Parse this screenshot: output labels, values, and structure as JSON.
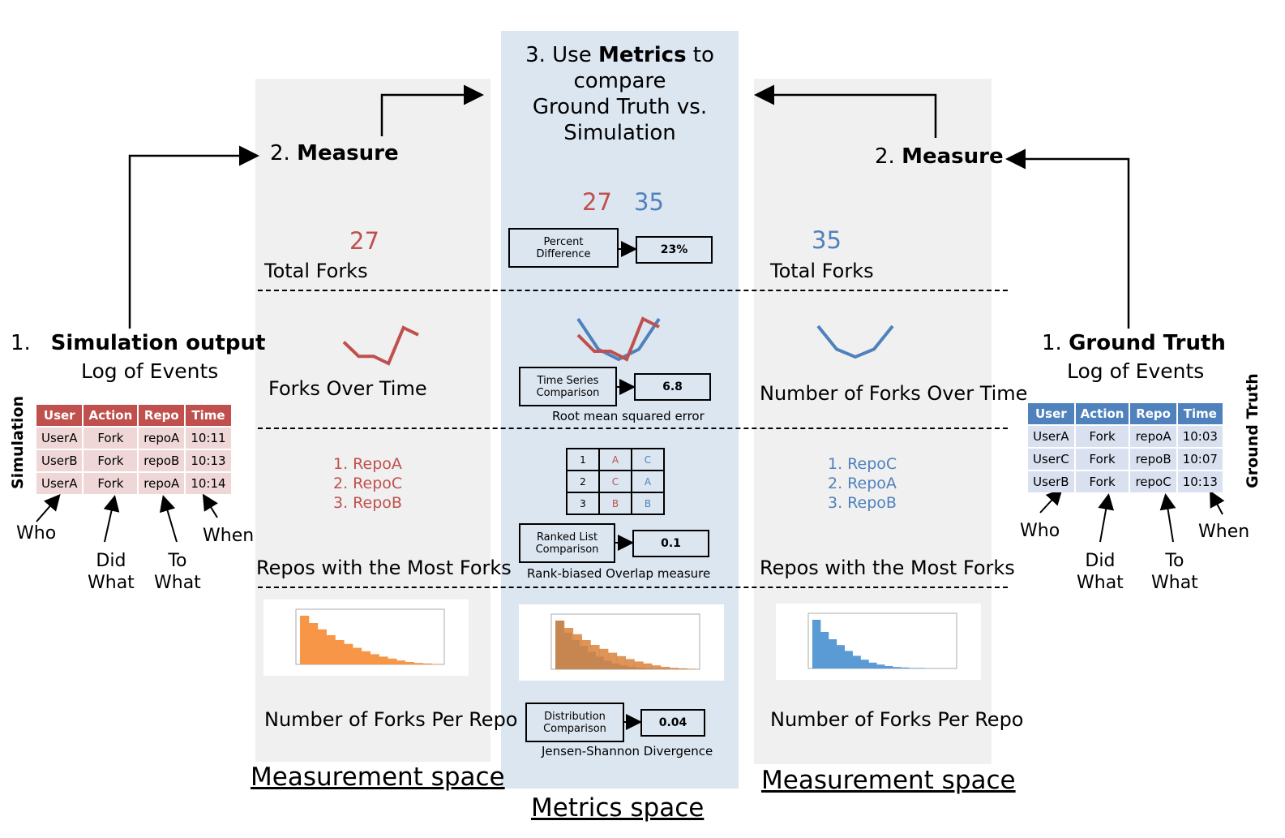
{
  "header": {
    "metrics_prefix": "3. Use ",
    "metrics_bold": "Metrics",
    "metrics_suffix": " to",
    "line2": "compare",
    "line3": "Ground Truth vs.",
    "line4": "Simulation"
  },
  "left_measure": {
    "num": "2. ",
    "bold": "Measure"
  },
  "right_measure": {
    "num": "2. ",
    "bold": "Measure"
  },
  "simulation": {
    "num": "1.",
    "title": "Simulation output",
    "subtitle": "Log of Events",
    "side_label": "Simulation",
    "table": {
      "headers": [
        "User",
        "Action",
        "Repo",
        "Time"
      ],
      "rows": [
        [
          "UserA",
          "Fork",
          "repoA",
          "10:11"
        ],
        [
          "UserB",
          "Fork",
          "repoB",
          "10:13"
        ],
        [
          "UserA",
          "Fork",
          "repoA",
          "10:14"
        ]
      ]
    },
    "annotations": {
      "who": "Who",
      "did": "Did",
      "did2": "What",
      "to": "To",
      "to2": "What",
      "when": "When"
    }
  },
  "ground_truth": {
    "num": "1. ",
    "title": "Ground Truth",
    "subtitle": "Log of Events",
    "side_label": "Ground Truth",
    "table": {
      "headers": [
        "User",
        "Action",
        "Repo",
        "Time"
      ],
      "rows": [
        [
          "UserA",
          "Fork",
          "repoA",
          "10:03"
        ],
        [
          "UserC",
          "Fork",
          "repoB",
          "10:07"
        ],
        [
          "UserB",
          "Fork",
          "repoC",
          "10:13"
        ]
      ]
    },
    "annotations": {
      "who": "Who",
      "did": "Did",
      "did2": "What",
      "to": "To",
      "to2": "What",
      "when": "When"
    }
  },
  "left_space": {
    "total_value": "27",
    "total_label": "Total Forks",
    "time_label": "Forks Over Time",
    "list": [
      "1. RepoA",
      "2. RepoC",
      "3. RepoB"
    ],
    "list_label": "Repos with the Most Forks",
    "dist_label": "Number of Forks Per Repo",
    "title": "Measurement space"
  },
  "right_space": {
    "total_value": "35",
    "total_label": "Total Forks",
    "time_label": "Number of Forks Over Time",
    "list": [
      "1. RepoC",
      "2. RepoA",
      "3. RepoB"
    ],
    "list_label": "Repos with the Most Forks",
    "dist_label": "Number of Forks Per Repo",
    "title": "Measurement space"
  },
  "metrics": {
    "top_left": "27",
    "top_right": "35",
    "percent_box_1": "Percent",
    "percent_box_2": "Difference",
    "percent_value": "23%",
    "ts_box_1": "Time Series",
    "ts_box_2": "Comparison",
    "ts_value": "6.8",
    "ts_caption": "Root mean squared error",
    "rank_table": [
      [
        "1",
        "A",
        "C"
      ],
      [
        "2",
        "C",
        "A"
      ],
      [
        "3",
        "B",
        "B"
      ]
    ],
    "rank_box_1": "Ranked List",
    "rank_box_2": "Comparison",
    "rank_value": "0.1",
    "rank_caption": "Rank-biased Overlap measure",
    "dist_box_1": "Distribution",
    "dist_box_2": "Comparison",
    "dist_value": "0.04",
    "dist_caption": "Jensen-Shannon Divergence",
    "title": "Metrics space"
  },
  "colors": {
    "sim_red": "#c0504d",
    "gt_blue": "#4f81bd",
    "orange": "#f79646",
    "metrics_bg": "#dce6f1",
    "measure_bg": "#f0f0f0"
  },
  "chart_data": [
    {
      "type": "line",
      "series": [
        {
          "values": [
            5,
            3,
            3,
            2,
            7,
            6
          ]
        }
      ]
    },
    {
      "type": "line",
      "series": [
        {
          "values": [
            6,
            3,
            2,
            3,
            6
          ]
        }
      ]
    },
    {
      "type": "bar",
      "values": [
        100,
        85,
        72,
        60,
        50,
        42,
        34,
        27,
        21,
        16,
        12,
        8,
        5,
        3,
        2,
        1
      ]
    },
    {
      "type": "bar",
      "values": [
        100,
        75,
        60,
        48,
        36,
        26,
        18,
        12,
        8,
        5,
        3,
        2,
        1,
        1
      ]
    }
  ]
}
